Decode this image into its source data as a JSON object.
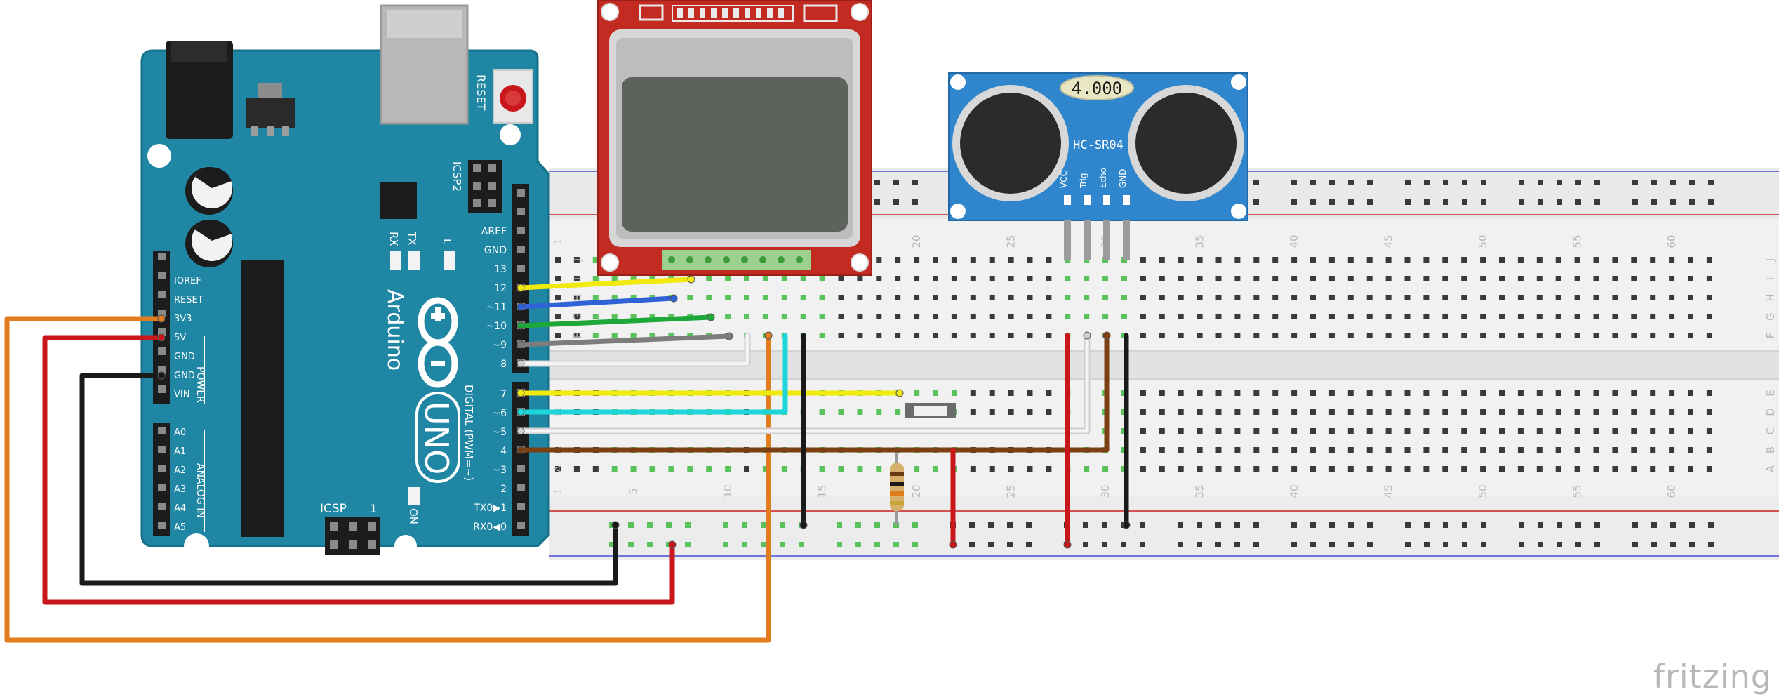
{
  "arduino": {
    "brand": "Arduino",
    "model": "UNO",
    "reset_label": "RESET",
    "icsp2_label": "ICSP2",
    "icsp_label": "ICSP",
    "icsp_pin1": "1",
    "on_label": "ON",
    "led_labels": [
      "RX",
      "TX",
      "L"
    ],
    "power_section": "POWER",
    "analog_section": "ANALOG IN",
    "digital_section": "DIGITAL (PWM=~)",
    "power_pins": [
      "IOREF",
      "RESET",
      "3V3",
      "5V",
      "GND",
      "GND",
      "VIN"
    ],
    "analog_pins": [
      "A0",
      "A1",
      "A2",
      "A3",
      "A4",
      "A5"
    ],
    "digital_top_pins": [
      "AREF",
      "GND",
      "13",
      "12",
      "~11",
      "~10",
      "~9",
      "8"
    ],
    "digital_bottom_pins": [
      "7",
      "~6",
      "~5",
      "4",
      "~3",
      "2",
      "TX0▶1",
      "RX0◀0"
    ]
  },
  "sensor": {
    "model": "HC-SR04",
    "crystal": "4.000",
    "pins": [
      "VCC",
      "Trig",
      "Echo",
      "GND"
    ]
  },
  "breadboard": {
    "row_letters_top": [
      "J",
      "I",
      "H",
      "G",
      "F"
    ],
    "row_letters_bottom": [
      "E",
      "D",
      "C",
      "B",
      "A"
    ],
    "column_numbers": [
      "1",
      "5",
      "10",
      "15",
      "20",
      "25",
      "30",
      "35",
      "40",
      "45",
      "50",
      "55",
      "60"
    ]
  },
  "colors": {
    "board_blue": "#1f86a3",
    "wire_orange": "#e07d1f",
    "wire_red": "#c8161a",
    "wire_black": "#1a1a1a",
    "wire_yellow": "#f2e90f",
    "wire_blue": "#2e62d6",
    "wire_green": "#1ea83a",
    "wire_gray": "#7d7d7d",
    "wire_white": "#f4f4f4",
    "wire_cyan": "#1ed6d9",
    "wire_brown": "#7b3f12",
    "lcd_red": "#c32a22",
    "sensor_blue": "#2f86cc"
  },
  "watermark": "fritzing"
}
